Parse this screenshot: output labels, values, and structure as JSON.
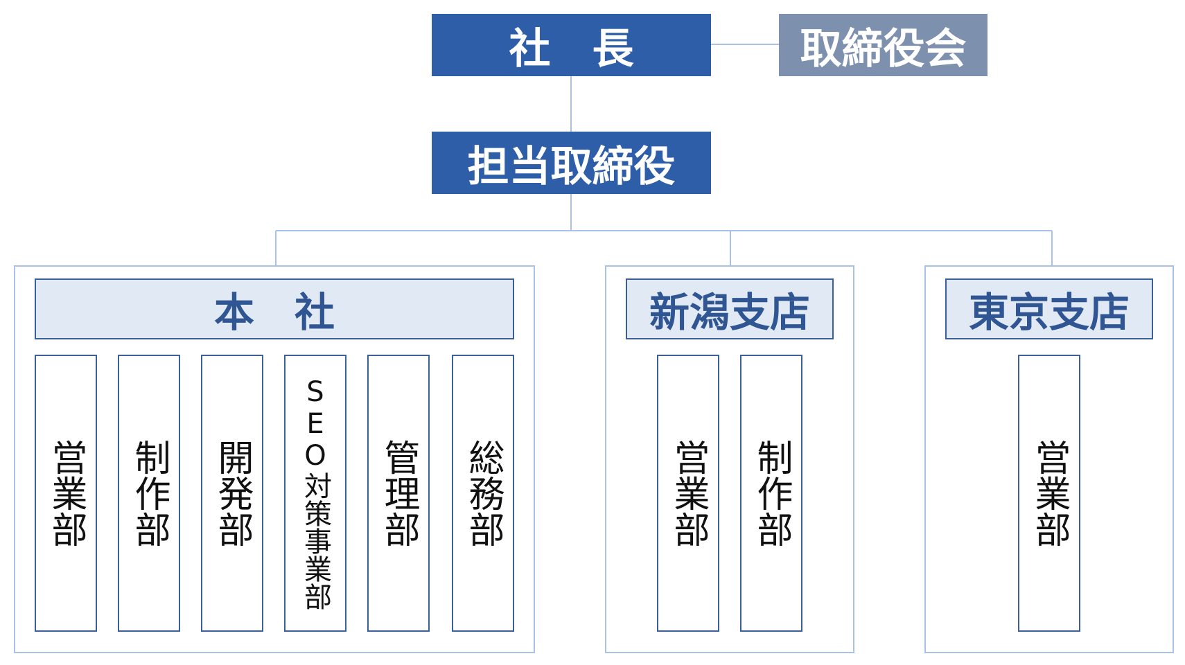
{
  "president": "社　長",
  "board": "取締役会",
  "director": "担当取締役",
  "offices": [
    {
      "name": "本　社",
      "departments": [
        "営業部",
        "制作部",
        "開発部",
        "SEO対策事業部",
        "管理部",
        "総務部"
      ]
    },
    {
      "name": "新潟支店",
      "departments": [
        "営業部",
        "制作部"
      ]
    },
    {
      "name": "東京支店",
      "departments": [
        "営業部"
      ]
    }
  ],
  "colors": {
    "executive_fill": "#2e5ea8",
    "board_fill": "#7d90ae",
    "office_header_fill": "#e1e9f4",
    "department_border": "#3b5f98",
    "connector": "#a9c1e6"
  }
}
